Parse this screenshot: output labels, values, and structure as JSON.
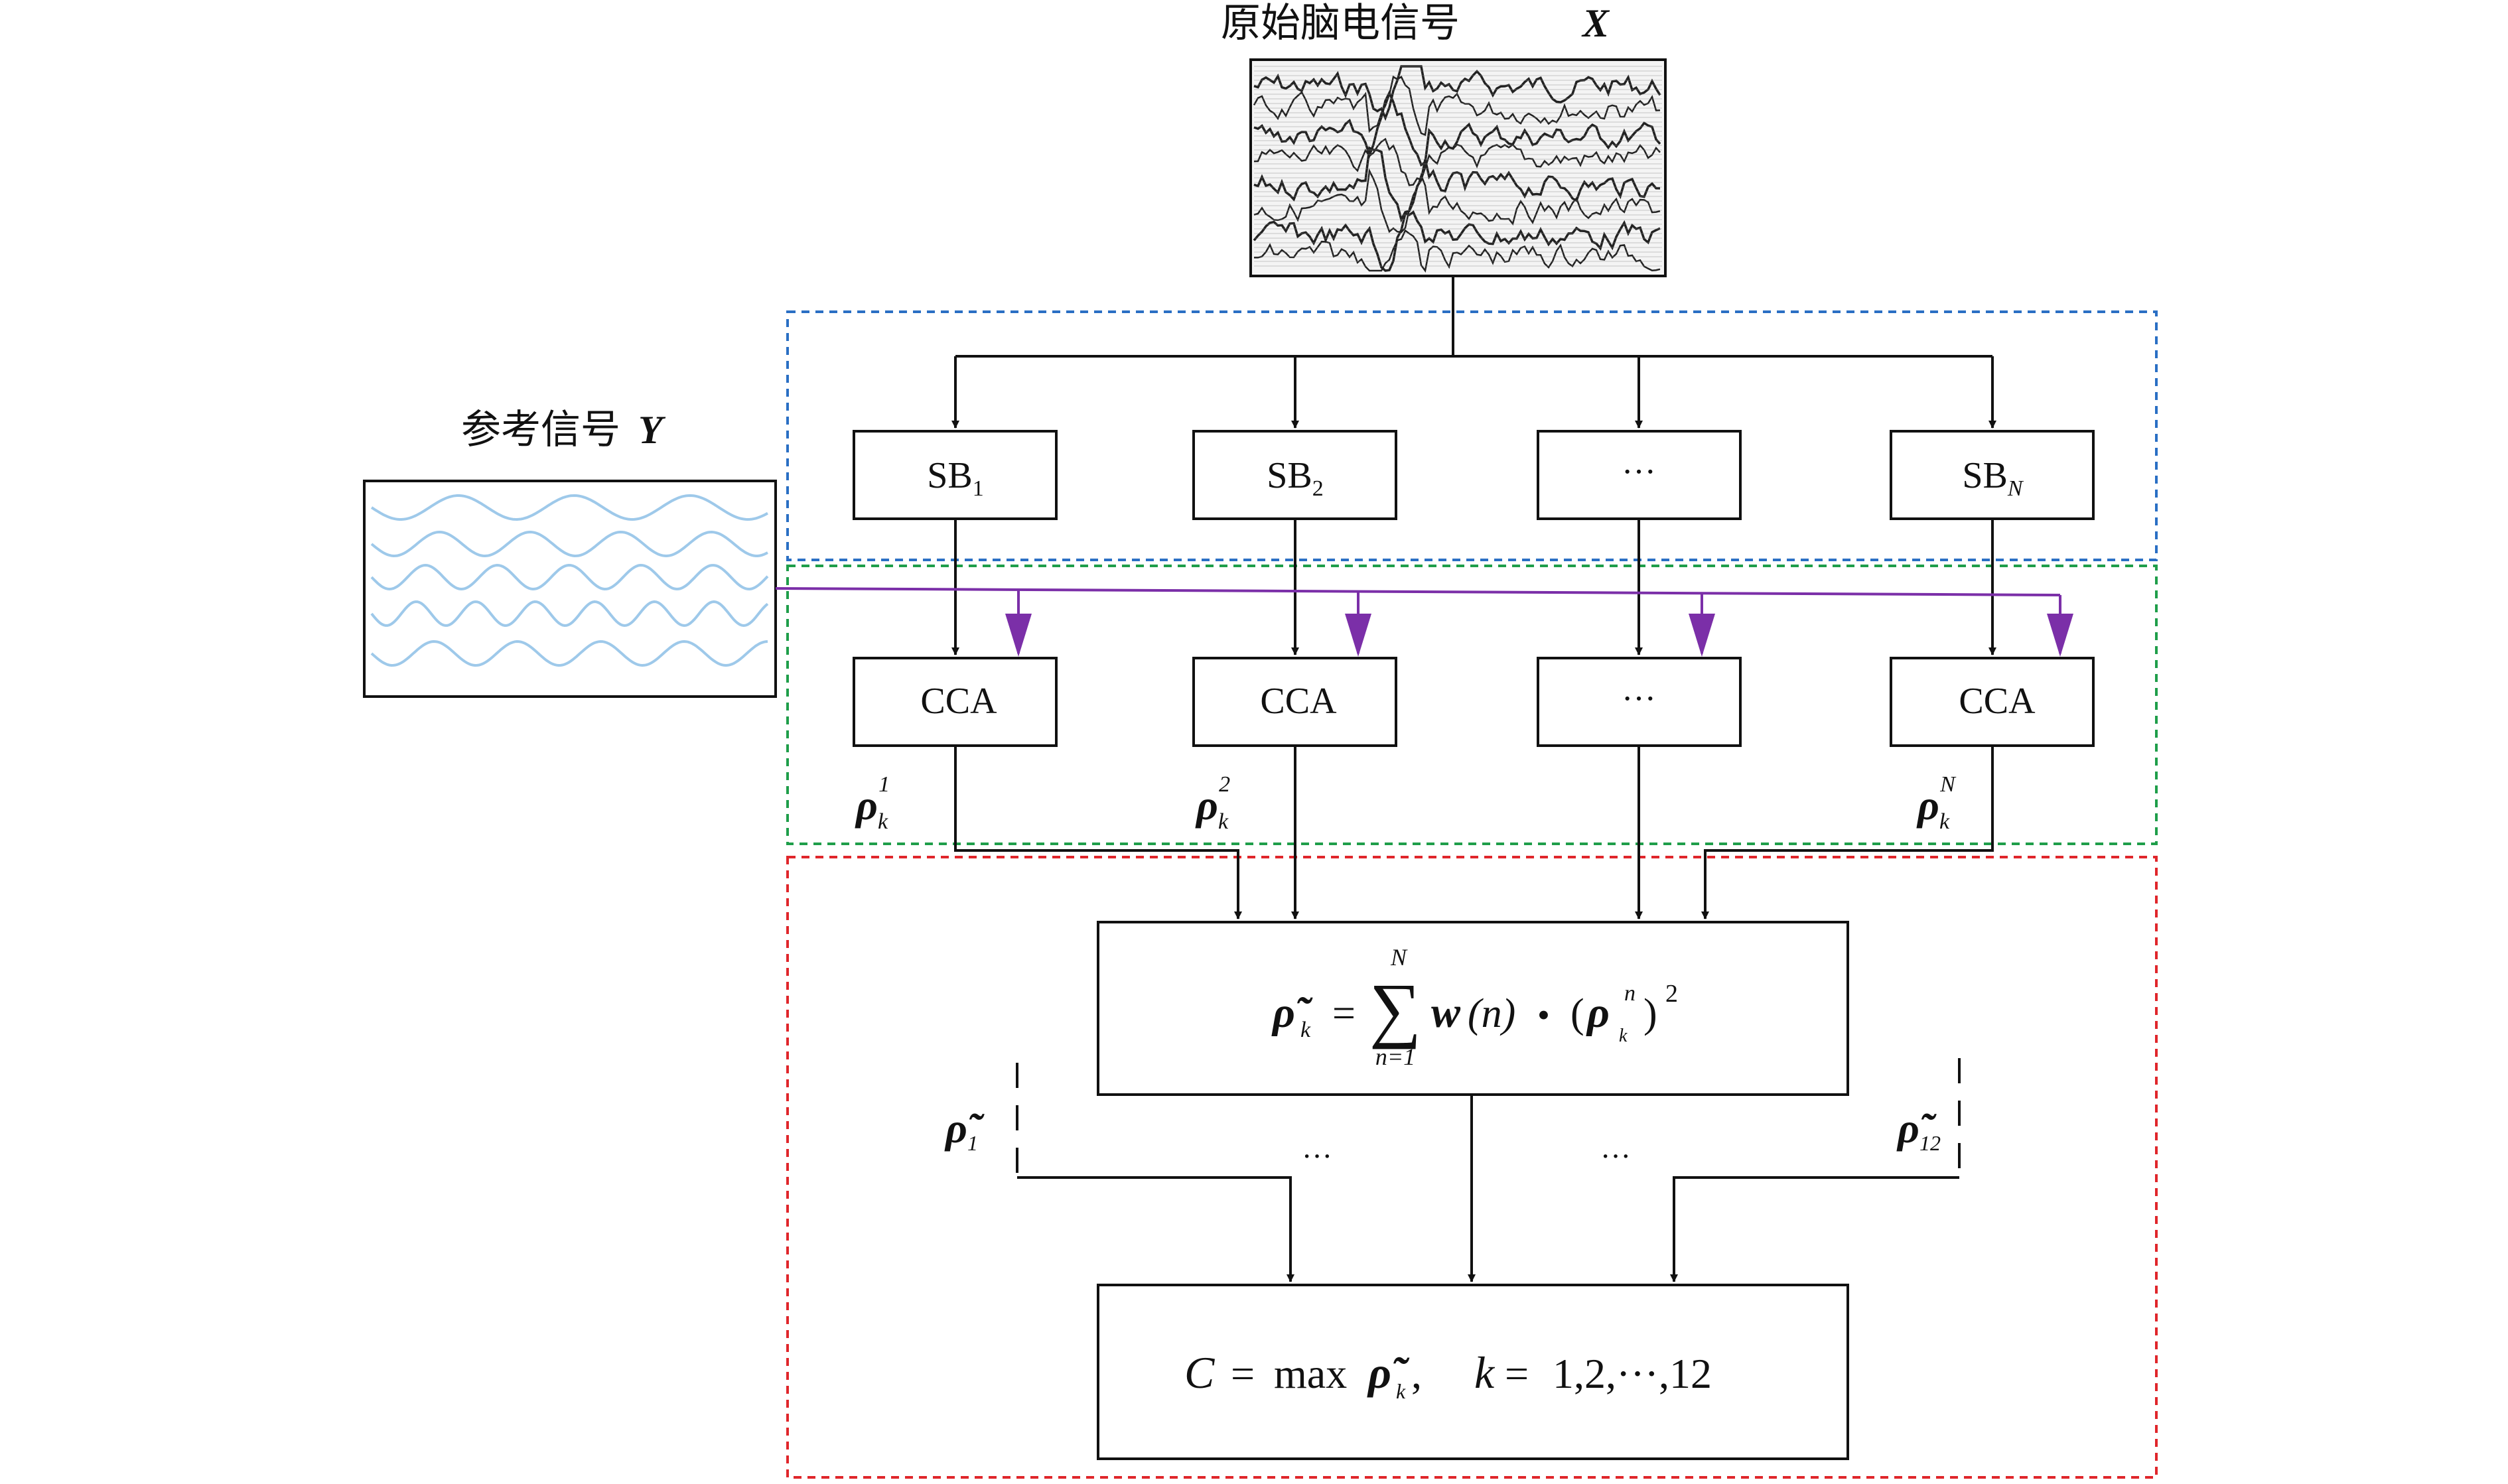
{
  "inputs": {
    "eeg_label": "原始脑电信号",
    "eeg_symbol": "X",
    "ref_label": "参考信号",
    "ref_symbol": "Y"
  },
  "subbands": [
    {
      "base": "SB",
      "sub": "1"
    },
    {
      "base": "SB",
      "sub": "2"
    },
    {
      "base": "···",
      "sub": ""
    },
    {
      "base": "SB",
      "sub": "N"
    }
  ],
  "cca_blocks": [
    "CCA",
    "CCA",
    "···",
    "CCA"
  ],
  "rho_labels": [
    {
      "base": "ρ",
      "sub": "k",
      "sup": "1"
    },
    {
      "base": "ρ",
      "sub": "k",
      "sup": "2"
    },
    {
      "base": "ρ",
      "sub": "k",
      "sup": "N"
    }
  ],
  "fusion_formula": {
    "lhs": "ρ̃",
    "lhs_sub": "k",
    "equals": "=",
    "sum": "∑",
    "upper": "N",
    "lower": "n=1",
    "w": "w",
    "arg": "(n)",
    "dot": "•",
    "paren_open": "(",
    "rho": "ρ",
    "rho_sup": "n",
    "rho_sub": "k",
    "paren_close": ")",
    "power": "2"
  },
  "side_labels": {
    "left": {
      "base": "ρ̃",
      "sub": "1"
    },
    "right": {
      "base": "ρ̃",
      "sub": "12"
    },
    "ellipsis_left": "···",
    "ellipsis_right": "···"
  },
  "decision_formula": {
    "c": "C",
    "equals": "=",
    "max": "max",
    "rho": "ρ̃",
    "rho_sub": "k",
    "comma": ",",
    "k": "k",
    "k_equals": "=",
    "range": "1,2,···,12"
  },
  "colors": {
    "blue_box": "#2a6fc4",
    "green_box": "#1f9e4a",
    "red_box": "#e0262b",
    "purple_arrow": "#7b2fa8",
    "sine_color": "#9ec9ea",
    "line": "#111111"
  }
}
